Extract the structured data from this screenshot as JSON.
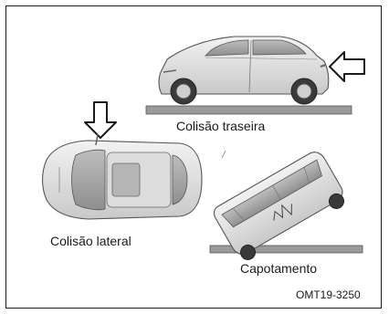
{
  "figure": {
    "labels": {
      "rear_collision": "Colisão traseira",
      "side_collision": "Colisão lateral",
      "rollover": "Capotamento"
    },
    "reference_code": "OMT19-3250"
  }
}
